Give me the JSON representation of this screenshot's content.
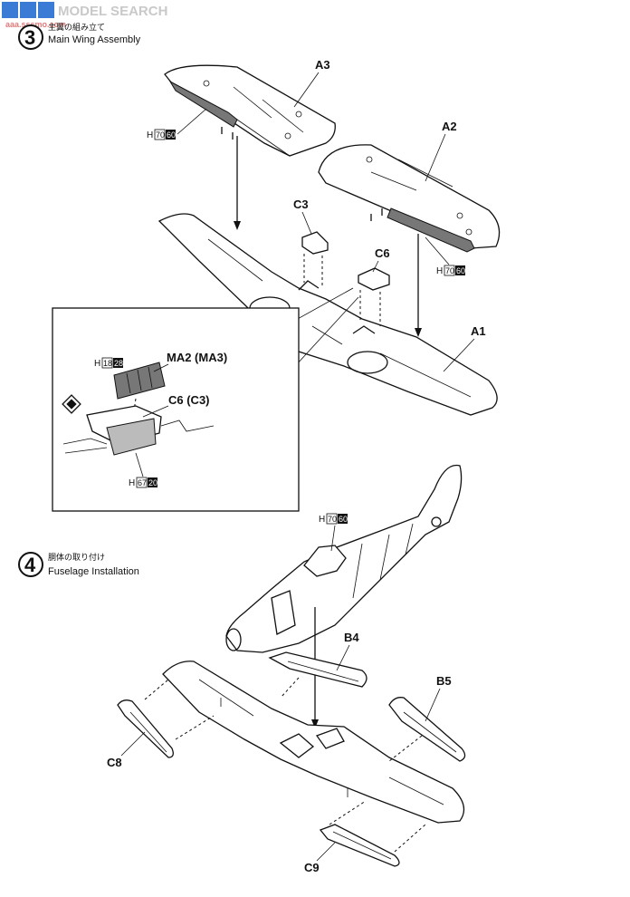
{
  "watermark": {
    "brand": "MODEL SEARCH",
    "site": "aaa.sssmo.com"
  },
  "step3": {
    "number": "3",
    "title_jp": "主翼の組み立て",
    "title_en": "Main Wing Assembly"
  },
  "step4": {
    "number": "4",
    "title_jp": "胴体の取り付け",
    "title_en": "Fuselage Installation"
  },
  "part_labels": {
    "a3": "A3",
    "a2": "A2",
    "a1": "A1",
    "c3": "C3",
    "c6": "C6",
    "ma2": "MA2 (MA3)",
    "c6c3": "C6 (C3)",
    "b4": "B4",
    "b5": "B5",
    "c8": "C8",
    "c9": "C9"
  },
  "color_codes": {
    "a3_flap": {
      "prefix": "H",
      "code1": "70",
      "code2": "60"
    },
    "a2_flap": {
      "prefix": "H",
      "code1": "70",
      "code2": "60"
    },
    "ma2_plate": {
      "prefix": "H",
      "code1": "18",
      "code2": "28"
    },
    "c6_part": {
      "prefix": "H",
      "code1": "67",
      "code2": "20"
    },
    "fuselage": {
      "prefix": "H",
      "code1": "70",
      "code2": "60"
    }
  },
  "colors": {
    "line": "#111111",
    "shade_dark": "#777777",
    "shade_light": "#bbbbbb",
    "watermark": "#c9c9c9",
    "watermark_site": "#e07a7a"
  }
}
